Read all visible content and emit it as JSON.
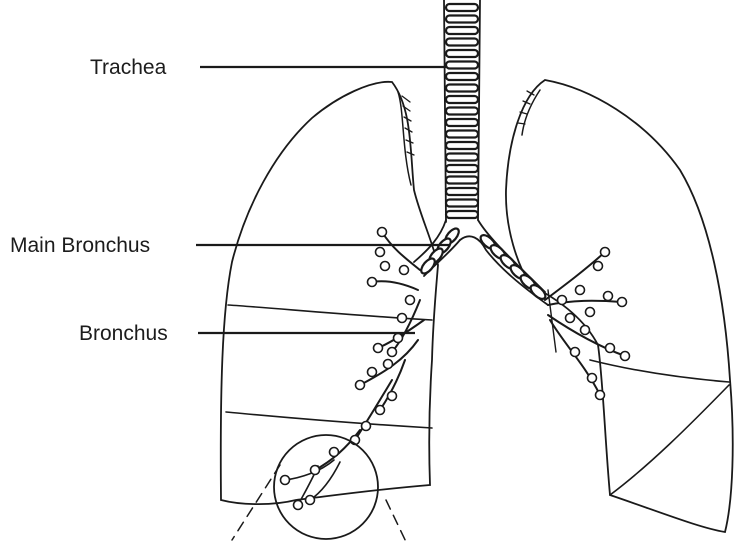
{
  "labels": {
    "trachea": "Trachea",
    "main_bronchus": "Main Bronchus",
    "bronchus": "Bronchus"
  },
  "colors": {
    "ink": "#1a1a1a",
    "paper": "#ffffff"
  }
}
